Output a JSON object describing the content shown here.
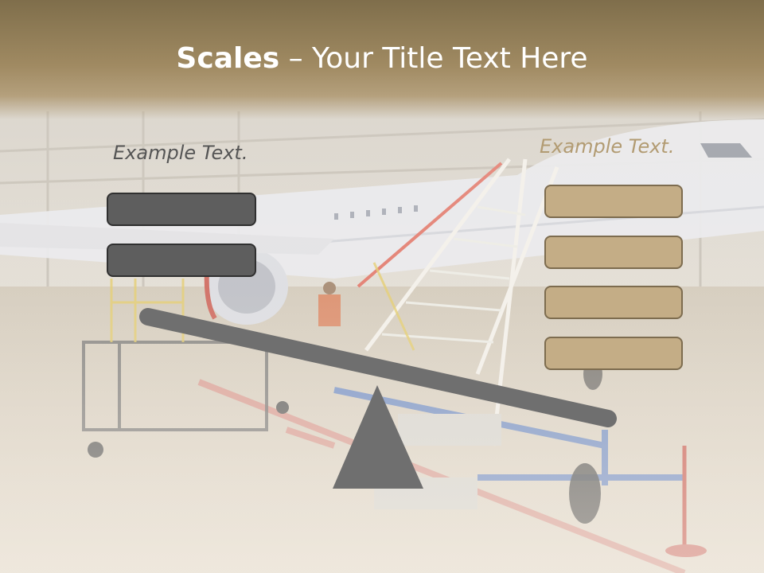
{
  "slide": {
    "title_bold": "Scales",
    "title_rest": " – Your Title Text Here",
    "left_label": "Example Text.",
    "right_label": "Example Text."
  },
  "colors": {
    "banner": "#8f7b55",
    "left_box_fill": "#5e5e5e",
    "right_box_fill": "#c4ad86",
    "beam": "#6f6f6f",
    "fulcrum": "#6f6f6f"
  },
  "icons": {
    "background": "aircraft-hangar-photo",
    "scale": "seesaw-scale-icon"
  }
}
